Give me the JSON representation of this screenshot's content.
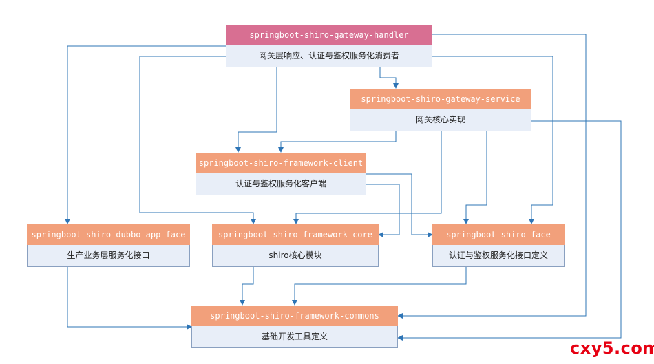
{
  "nodes": {
    "handler": {
      "title": "springboot-shiro-gateway-handler",
      "desc": "网关层响应、认证与鉴权服务化消费者"
    },
    "service": {
      "title": "springboot-shiro-gateway-service",
      "desc": "网关核心实现"
    },
    "client": {
      "title": "springboot-shiro-framework-client",
      "desc": "认证与鉴权服务化客户端"
    },
    "dubbo": {
      "title": "springboot-shiro-dubbo-app-face",
      "desc": "生产业务层服务化接口"
    },
    "core": {
      "title": "springboot-shiro-framework-core",
      "desc": "shiro核心模块"
    },
    "face": {
      "title": "springboot-shiro-face",
      "desc": "认证与鉴权服务化接口定义"
    },
    "commons": {
      "title": "springboot-shiro-framework-commons",
      "desc": "基础开发工具定义"
    }
  },
  "colors": {
    "pink_header": "#d86f92",
    "orange_header": "#f2a07b",
    "body_fill": "#e8eef8",
    "connector": "#2e75b6",
    "watermark": "#e60012"
  },
  "watermark": "cxy5.com"
}
